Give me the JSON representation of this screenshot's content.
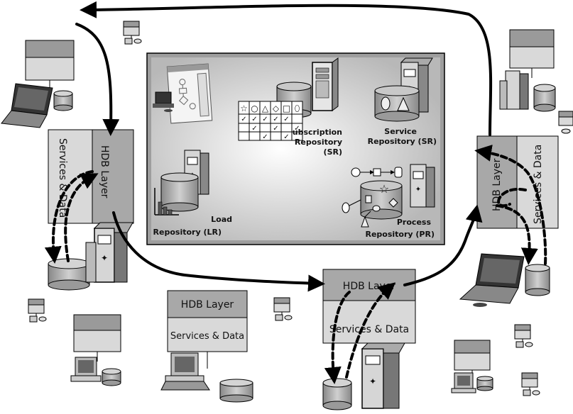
{
  "hdb_label": "HDB Layer",
  "services_label": "Services & Data",
  "repositories": {
    "subscription": {
      "line1": "ubscription",
      "line2": "Repository",
      "line3": "(SR)"
    },
    "service": {
      "line1": "Service",
      "line2": "Repository (SR)"
    },
    "load": {
      "line1": "Load",
      "line2": "Repository (LR)"
    },
    "process": {
      "line1": "Process",
      "line2": "Repository (PR)"
    }
  },
  "matrix_glyphs": [
    "☆",
    "○",
    "△",
    "◇",
    "□",
    "⬯"
  ],
  "checks": "✓",
  "icons": [
    "server-tower-icon",
    "laptop-icon",
    "desktop-computer-icon",
    "database-cylinder-icon",
    "workflow-icon",
    "bar-chart-icon",
    "star-icon"
  ]
}
